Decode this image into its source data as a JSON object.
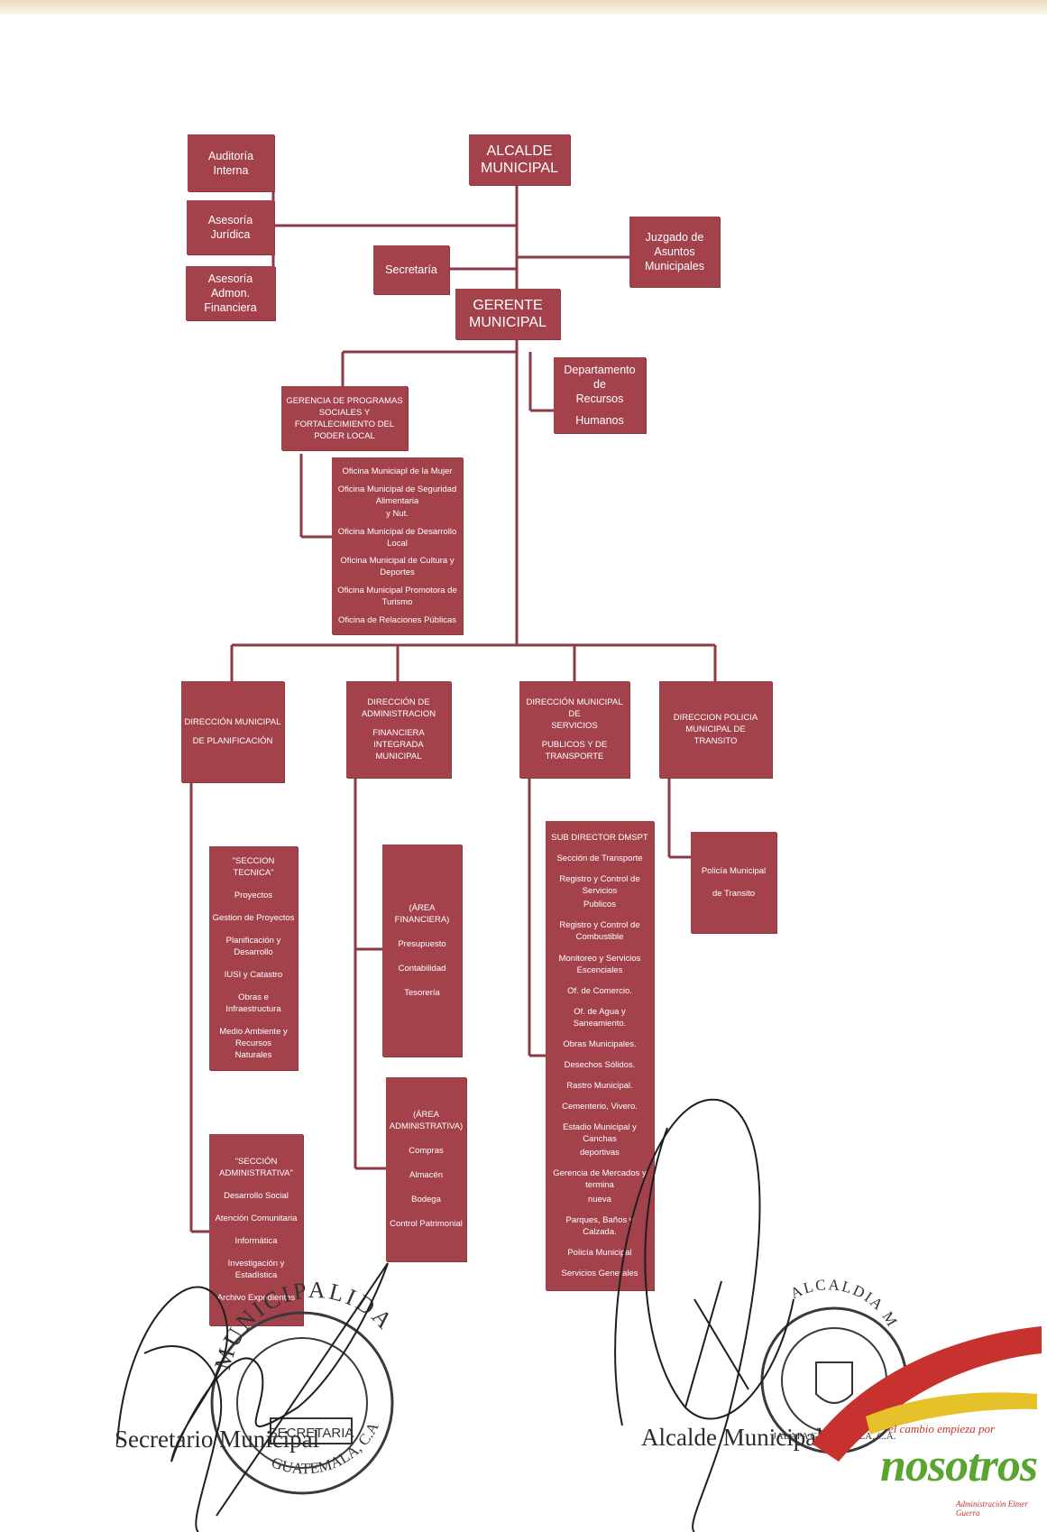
{
  "org": {
    "alcalde": "ALCALDE MUNICIPAL",
    "auditoria": "Auditoría Interna",
    "asesoria_juridica": "Asesoría Jurídica",
    "asesoria_admon": [
      "Asesoría  Admon.",
      "Financiera"
    ],
    "juzgado": [
      "Juzgado de Asuntos",
      "Municipales"
    ],
    "secretaria": "Secretaría",
    "gerente": "GERENTE MUNICIPAL",
    "rrhh": [
      "Departamento de",
      "Recursos",
      "Humanos"
    ],
    "gerencia_programas": [
      "GERENCIA DE PROGRAMAS SOCIALES Y",
      "FORTALECIMIENTO DEL PODER LOCAL"
    ],
    "oficinas": [
      "Oficina Municiapl de la Mujer",
      "Oficina Municipal de Seguridad Alimentaria",
      "y Nut.",
      "Oficina Municipal de Desarrollo Local",
      "Oficina Municipal de Cultura y Deportes",
      "Oficina Municipal Promotora de Turismo",
      "Oficina de Relaciones Públicas"
    ],
    "dir_planificacion": [
      "DIRECCIÓN MUNICIPAL",
      "DE PLANIFICACIÓN"
    ],
    "dir_administracion": [
      "DIRECCIÓN DE ADMINISTRACION",
      "FINANCIERA INTEGRADA",
      "MUNICIPAL"
    ],
    "dir_servicios": [
      "DIRECCIÓN MUNICIPAL  DE",
      "SERVICIOS",
      "PUBLICOS Y DE TRANSPORTE"
    ],
    "dir_policia": [
      "DIRECCION POLICIA MUNICIPAL DE",
      "TRANSITO"
    ],
    "seccion_tecnica": [
      "\"SECCION TECNICA\"",
      "Proyectos",
      "Gestion de Proyectos",
      "Planificación y Desarrollo",
      "IUSI y Catastro",
      "Obras e Infraestructura",
      "Medio Ambiente y Recursos",
      "Naturales"
    ],
    "seccion_administrativa": [
      "\"SECCIÓN  ADMINISTRATIVA\"",
      "Desarrollo Social",
      "Atención Comunitaria",
      "Informática",
      "Investigación y Estadística",
      "Archivo Expedientes"
    ],
    "area_financiera": [
      "(ÁREA FINANCIERA)",
      "Presupuesto",
      "Contabilidad",
      "Tesorería"
    ],
    "area_administrativa": [
      "(ÁREA ADMINISTRATIVA)",
      "Compras",
      "Almacén",
      "Bodega",
      "Control Patrimonial"
    ],
    "subdirector": [
      "SUB DIRECTOR DMSPT",
      "Sección de Transporte",
      "Registro y Control de Servicios",
      "Publicos",
      "Registro y Control de Combustible",
      "Monitoreo y Servicios Escenciales",
      "Of. de Comercio.",
      "Of. de Agua y Saneamiento.",
      "Obras Municipales.",
      "Desechos Sólidos.",
      "Rastro Municipal.",
      "Cementerio, Vivero.",
      "Estadio Municipal y Canchas",
      "deportivas",
      "Gerencia de Mercados y termina",
      "nueva",
      "Parques, Baños y Calzada.",
      "Policía Municipal",
      "Servicios Generales"
    ],
    "policia_transito": [
      "Policía Municipal",
      "de Transito"
    ]
  },
  "signatures": {
    "secretario": "Secretario Municipal",
    "alcalde": "Alcalde Municipal"
  },
  "stamps": {
    "left": [
      "MUNICIPALIDAD DE JALAPA",
      "SECRETARIA",
      "GUATEMALA, C.A."
    ],
    "right": [
      "ALCALDIA MUNICIPAL",
      "JALAPA GUATEMALA, C.A."
    ]
  },
  "logo": {
    "tagline": "el cambio empieza por",
    "word": "nosotros",
    "sub": "Administración Elmer Guerra"
  },
  "colors": {
    "box": "#a4424c",
    "line": "#8e3a44",
    "ink": "#1f1f1f"
  }
}
